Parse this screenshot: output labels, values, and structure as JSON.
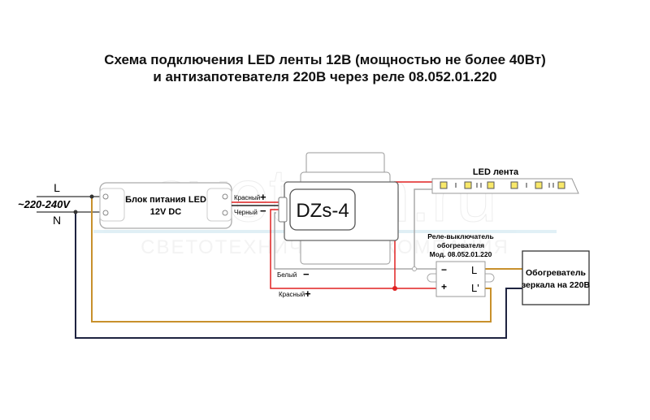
{
  "title": {
    "line1": "Схема подключения LED ленты 12В (мощностью не более 40Вт)",
    "line2": "и антизапотевателя 220В через реле 08.052.01.220"
  },
  "mains": {
    "l_label": "L",
    "n_label": "N",
    "voltage": "~220-240V"
  },
  "psu": {
    "line1": "Блок питания LED",
    "line2": "12V DC"
  },
  "psu_out": {
    "red": "Красный",
    "black": "Черный",
    "plus": "+",
    "minus": "−"
  },
  "dimmer": {
    "label": "DZs-4"
  },
  "dimmer_out": {
    "white": "Белый",
    "red": "Красный",
    "plus": "+",
    "minus": "−"
  },
  "led_strip": {
    "label": "LED лента"
  },
  "relay": {
    "line1": "Реле-выключатель",
    "line2": "обогревателя",
    "line3": "Мод. 08.052.01.220",
    "minus": "−",
    "plus": "+",
    "l": "L",
    "l_prime": "L'"
  },
  "heater": {
    "line1": "Обогреватель",
    "line2": "зеркала на 220В"
  },
  "watermark": {
    "line1": "svetoch.ru",
    "line2": "СВЕТОТЕХНИЧЕСКАЯ КОМПАНИЯ"
  },
  "colors": {
    "red": "#e02020",
    "brown": "#c8902c",
    "navy": "#1e2340",
    "gray": "#aaaaaa"
  }
}
